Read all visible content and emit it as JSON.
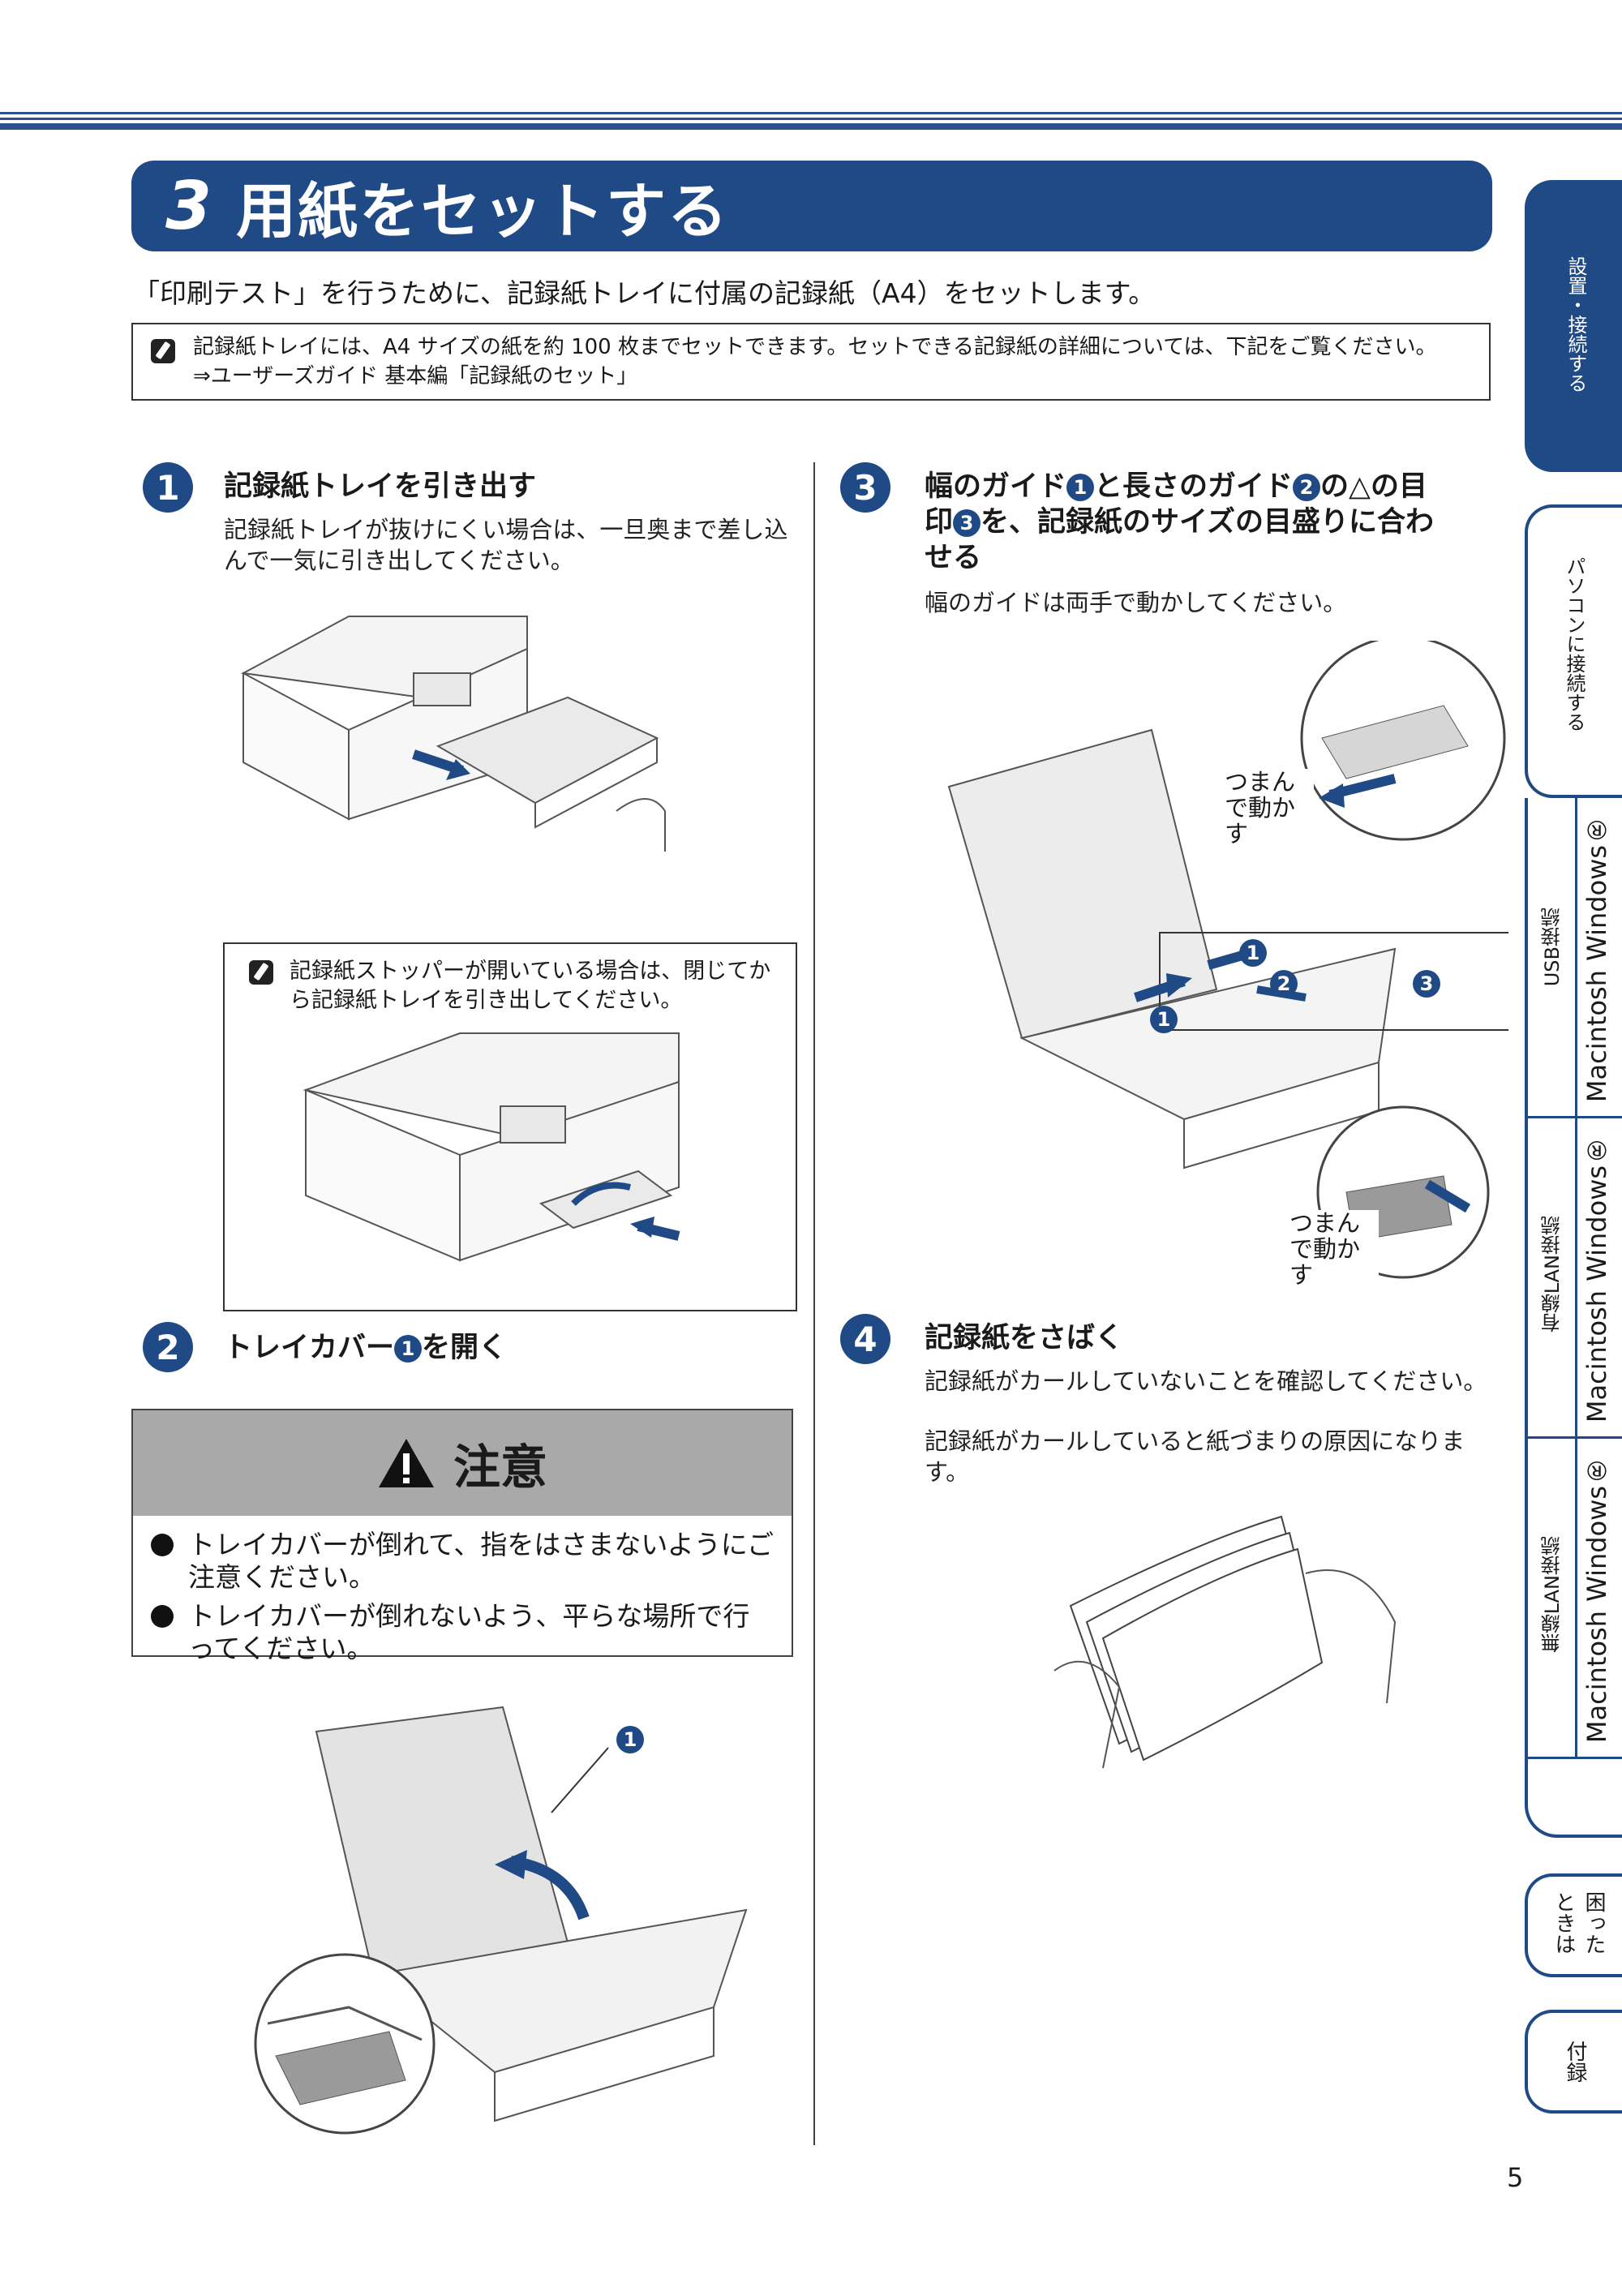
{
  "section": {
    "number": "3",
    "title": "用紙をセットする"
  },
  "intro": "「印刷テスト」を行うために、記録紙トレイに付属の記録紙（A4）をセットします。",
  "note_top": {
    "line1": "記録紙トレイには、A4 サイズの紙を約 100 枚までセットできます。セットできる記録紙の詳細については、下記をご覧ください。",
    "line2": "⇒ユーザーズガイド 基本編「記録紙のセット」"
  },
  "steps": [
    {
      "num": "1",
      "title": "記録紙トレイを引き出す",
      "body": "記録紙トレイが抜けにくい場合は、一旦奥まで差し込んで一気に引き出してください。"
    },
    {
      "num": "2",
      "title_before": "トレイカバー",
      "badge": "1",
      "title_after": "を開く"
    },
    {
      "num": "3",
      "title_part1": "幅のガイド",
      "badge1": "1",
      "title_part2": "と長さのガイド",
      "badge2": "2",
      "title_part3": "の△の目",
      "title_line2_part1": "印",
      "badge3": "3",
      "title_line2_part2": "を、記録紙のサイズの目盛りに合わ",
      "title_line3": "せる",
      "body": "幅のガイドは両手で動かしてください。"
    },
    {
      "num": "4",
      "title": "記録紙をさばく",
      "body1": "記録紙がカールしていないことを確認してください。",
      "body2": "記録紙がカールしていると紙づまりの原因になります。"
    }
  ],
  "note_step1": "記録紙ストッパーが開いている場合は、閉じてから記録紙トレイを引き出してください。",
  "caution": {
    "title": "注意",
    "items": [
      "トレイカバーが倒れて、指をはさまないようにご注意ください。",
      "トレイカバーが倒れないよう、平らな場所で行ってください。"
    ]
  },
  "illus_labels": {
    "pinch1": "つまんで動かす",
    "pinch2": "つまんで動かす",
    "callout1": "1",
    "callout2": "2",
    "callout3": "3",
    "callout_step2": "1"
  },
  "tabs": {
    "setup": "設置・接続する",
    "pc_connect": "パソコンに接続する",
    "usb": "USB接続",
    "wired": "有線LAN接続",
    "wireless": "無線LAN接続",
    "windows": "Windows®",
    "macintosh": "Macintosh",
    "trouble": "困ったときは",
    "appendix": "付録"
  },
  "page_number": "5",
  "colors": {
    "accent": "#1f4a85",
    "caution_bg": "#a9a9a9"
  }
}
